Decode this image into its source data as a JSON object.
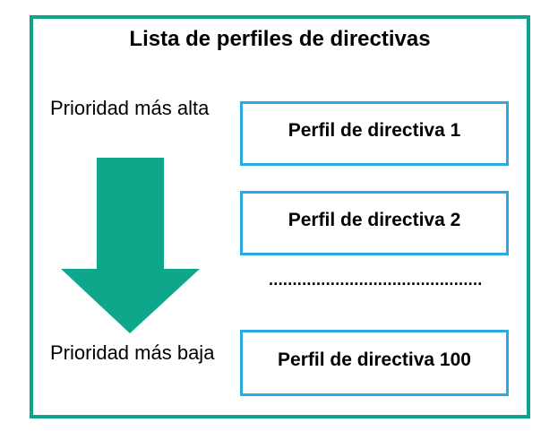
{
  "diagram": {
    "title": "Lista de perfiles de directivas",
    "priority_top_label": "Prioridad más alta",
    "priority_bottom_label": "Prioridad más baja",
    "profiles": [
      "Perfil de directiva 1",
      "Perfil de directiva 2",
      "Perfil de directiva 100"
    ],
    "ellipsis_dots": ".............................................",
    "colors": {
      "frame_teal": "#0CA48C",
      "arrow_teal": "#0FA78C",
      "box_border_blue": "#29ABE2",
      "text_black": "#000000"
    }
  }
}
